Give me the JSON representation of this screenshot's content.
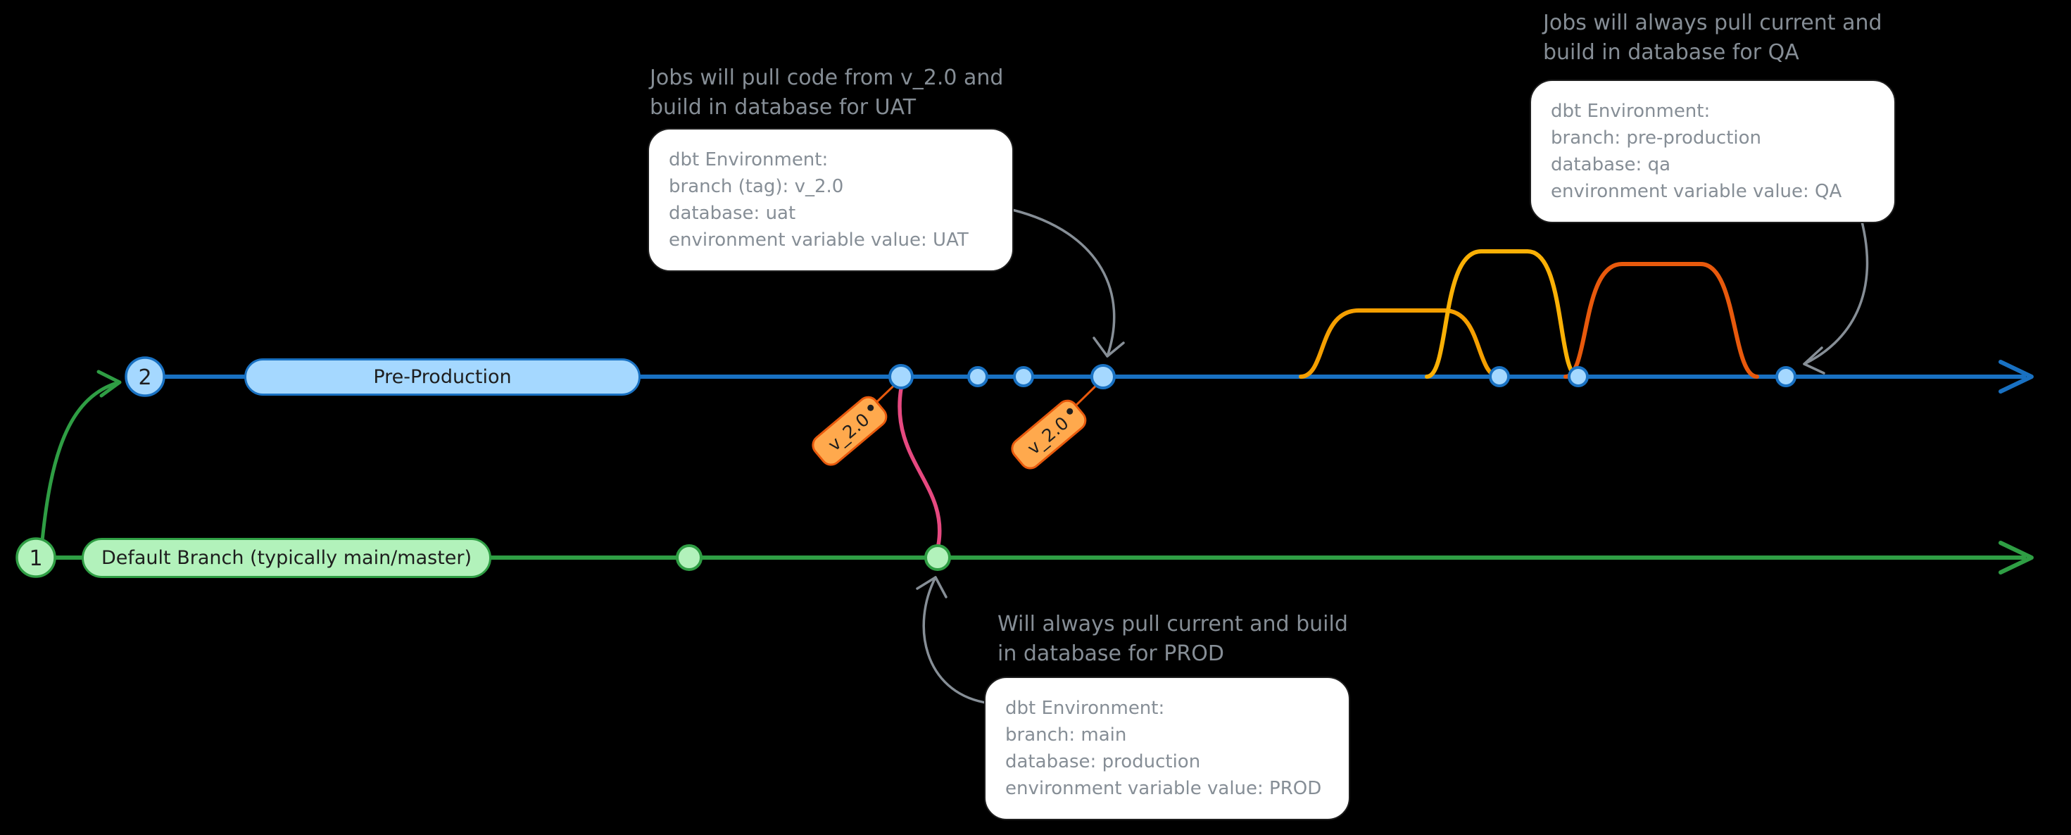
{
  "branches": {
    "default": {
      "badge": "1",
      "label": "Default Branch (typically main/master)",
      "line_color": "#2f9e44",
      "fill_color": "#b2f2bb"
    },
    "preprod": {
      "badge": "2",
      "label": "Pre-Production",
      "line_color": "#1971c2",
      "fill_color": "#a5d8ff"
    }
  },
  "tags": {
    "tag1": "v_2.0",
    "tag2": "v_2.0",
    "fill_color": "#ffa94d",
    "stroke_color": "#e8590c"
  },
  "merge_link_color": "#e64980",
  "feature_arc_colors": [
    "#f59f00",
    "#fab005",
    "#e8590c"
  ],
  "callouts": {
    "uat": {
      "heading_line1": "Jobs will pull code from v_2.0 and",
      "heading_line2": "build in database for UAT",
      "lines": [
        "dbt Environment:",
        "branch (tag): v_2.0",
        "database: uat",
        "environment variable value: UAT"
      ]
    },
    "qa": {
      "heading_line1": "Jobs will always pull current and",
      "heading_line2": "build in database for QA",
      "lines": [
        "dbt Environment:",
        "branch: pre-production",
        "database: qa",
        "environment variable value: QA"
      ]
    },
    "prod": {
      "heading_line1": "Will always pull current and build",
      "heading_line2": "in database for PROD",
      "lines": [
        "dbt Environment:",
        "branch: main",
        "database: production",
        "environment variable value: PROD"
      ]
    }
  }
}
